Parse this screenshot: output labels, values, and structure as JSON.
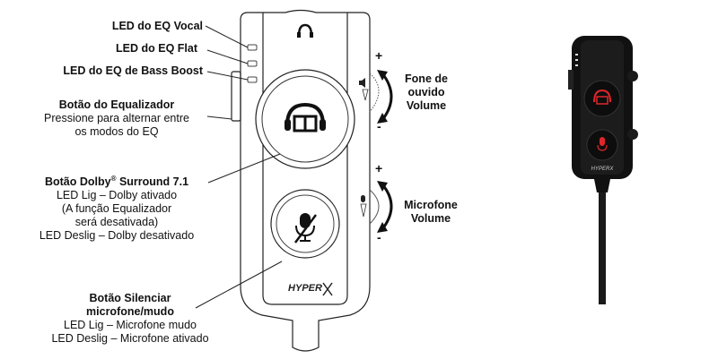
{
  "labels": {
    "led_vocal": "LED do EQ Vocal",
    "led_flat": "LED do EQ Flat",
    "led_bass": "LED do EQ de Bass Boost",
    "eq_button_title": "Botão do Equalizador",
    "eq_button_desc_1": "Pressione para alternar entre",
    "eq_button_desc_2": "os modos do EQ",
    "dolby_title_pre": "Botão Dolby",
    "dolby_title_sup": "®",
    "dolby_title_post": " Surround 7.1",
    "dolby_desc_1": "LED Lig – Dolby ativado",
    "dolby_desc_2": "(A função Equalizador",
    "dolby_desc_3": "será desativada)",
    "dolby_desc_4": "LED Deslig – Dolby desativado",
    "mute_title_1": "Botão Silenciar",
    "mute_title_2": "microfone/mudo",
    "mute_desc_1": "LED Lig – Microfone mudo",
    "mute_desc_2": "LED Deslig – Microfone ativado",
    "headphone_volume_1": "Fone de",
    "headphone_volume_2": "ouvido",
    "headphone_volume_3": "Volume",
    "mic_volume_1": "Microfone",
    "mic_volume_2": "Volume",
    "plus": "+",
    "minus": "-"
  },
  "device": {
    "brand": "HyperX",
    "icons": [
      "headphone-jack-icon",
      "dolby-headphone-icon",
      "mic-mute-icon",
      "speaker-volume-icon",
      "mic-volume-icon"
    ]
  },
  "photo": {
    "accent_color": "#e0262a",
    "body_color": "#111111"
  }
}
